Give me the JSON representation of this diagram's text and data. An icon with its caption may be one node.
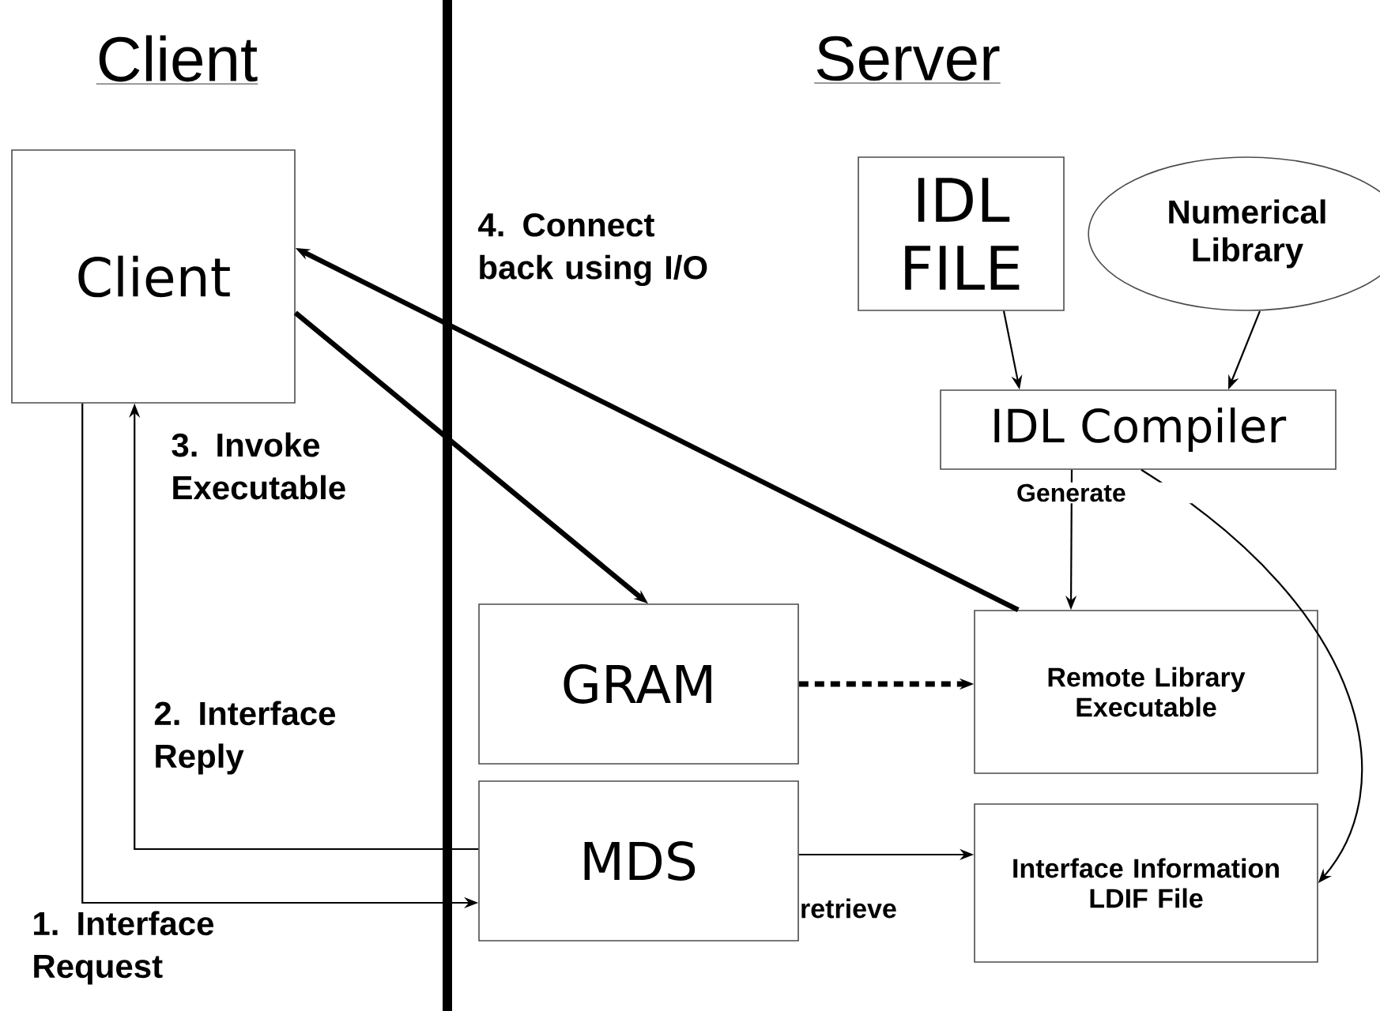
{
  "diagram": {
    "nodes": [
      {
        "text": [
          "Client"
        ]
      },
      {
        "text": [
          "IDL FILE"
        ]
      },
      {
        "text": [
          "Numerical Library"
        ]
      },
      {
        "text": [
          "IDL Compiler"
        ]
      },
      {
        "text": [
          "GRAM"
        ]
      },
      {
        "text": [
          "Remote Library Executable"
        ]
      },
      {
        "text": [
          "MDS"
        ]
      },
      {
        "text": [
          "Interface Information LDIF File"
        ]
      }
    ],
    "edges": [
      {
        "from": 0,
        "to": 6,
        "arrow": "to",
        "label": "1. Interface Request"
      },
      {
        "from": 6,
        "to": 0,
        "arrow": "to",
        "label": "2. Interface Reply"
      },
      {
        "from": 0,
        "to": 4,
        "arrow": "to",
        "label": "3. Invoke Executable",
        "style": "thick"
      },
      {
        "from": 5,
        "to": 0,
        "arrow": "to",
        "label": "4. Connect back using I/O",
        "style": "thick"
      },
      {
        "from": 1,
        "to": 3,
        "arrow": "to"
      },
      {
        "from": 2,
        "to": 3,
        "arrow": "to"
      },
      {
        "from": 3,
        "to": 5,
        "arrow": "to",
        "label": "Generate"
      },
      {
        "from": 3,
        "to": 7,
        "arrow": "to"
      },
      {
        "from": 4,
        "to": 5,
        "arrow": "to",
        "style": "dashed"
      },
      {
        "from": 6,
        "to": 7,
        "arrow": "to",
        "label": "retrieve"
      }
    ],
    "labels": [
      "Client",
      "Server"
    ]
  }
}
